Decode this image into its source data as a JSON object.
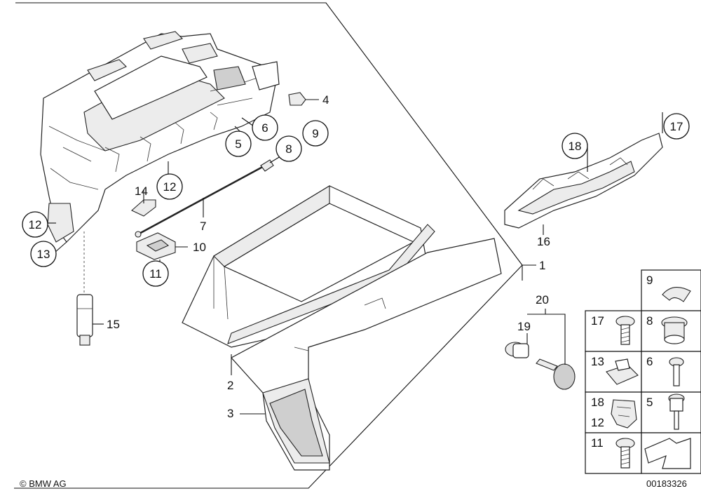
{
  "copyright": "© BMW AG",
  "diagram_id": "00183326",
  "callouts": {
    "c1": "1",
    "c2": "2",
    "c3": "3",
    "c4": "4",
    "c5": "5",
    "c6": "6",
    "c7": "7",
    "c8": "8",
    "c9": "9",
    "c10": "10",
    "c11": "11",
    "c12a": "12",
    "c12b": "12",
    "c13": "13",
    "c14": "14",
    "c15": "15",
    "c16": "16",
    "c17": "17",
    "c18": "18",
    "c19": "19",
    "c20": "20"
  },
  "legend": {
    "l9": "9",
    "l17": "17",
    "l8": "8",
    "l13": "13",
    "l6": "6",
    "l18": "18",
    "l12": "12",
    "l5": "5",
    "l11": "11"
  }
}
